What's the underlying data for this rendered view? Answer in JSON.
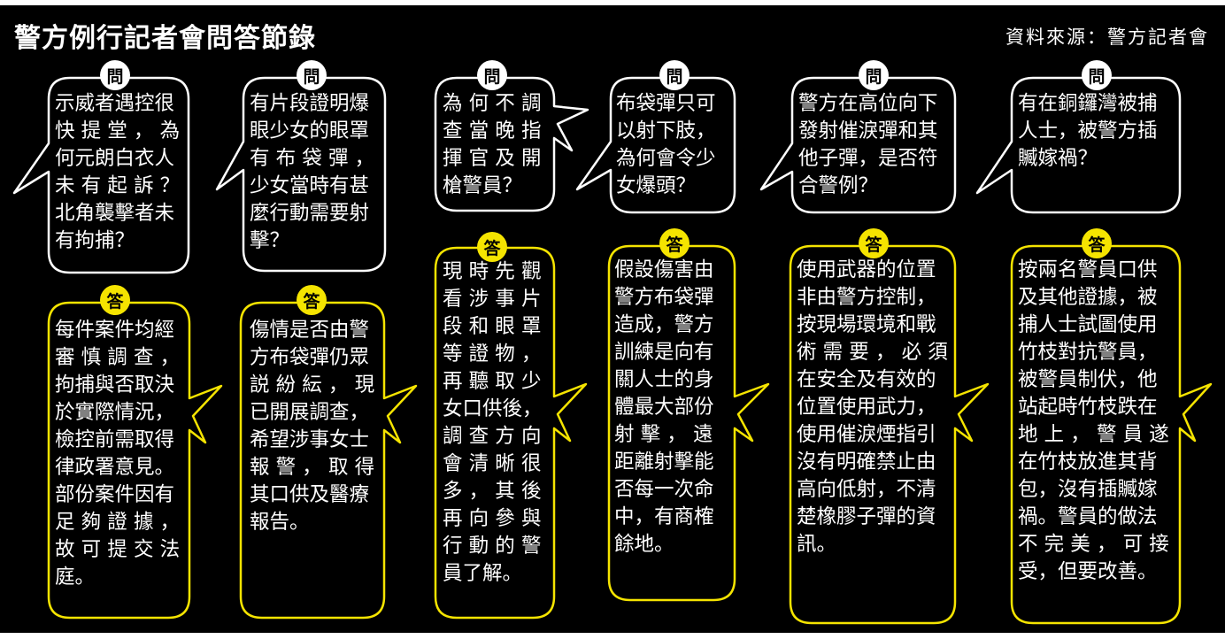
{
  "title": "警方例行記者會問答節錄",
  "source": "資料來源：警方記者會",
  "labels": {
    "question": "問",
    "answer": "答"
  },
  "colors": {
    "background": "#000000",
    "question_outline": "#ffffff",
    "answer_outline": "#f5e400",
    "text": "#ffffff"
  },
  "items": [
    {
      "question": "示威者遇控很\n快 提 堂 ， 為\n何元朗白衣人\n未 有 起 訴 ？\n北角襲擊者未\n有拘捕？",
      "answer": "每件案件均經\n審 慎 調 查 ，\n拘捕與否取決\n於實際情況，\n檢控前需取得\n律政署意見。\n部份案件因有\n足 夠 證 據 ，\n故 可 提 交 法\n庭。"
    },
    {
      "question": "有片段證明爆\n眼少女的眼罩\n有 布 袋 彈 ，\n少女當時有甚\n麼行動需要射\n擊？",
      "answer": "傷情是否由警\n方布袋彈仍眾\n説 紛 紜 ， 現\n已開展調查，\n希望涉事女士\n報 警 ， 取 得\n其口供及醫療\n報告。"
    },
    {
      "question": "為 何 不 調\n查 當 晚 指\n揮 官 及 開\n槍警員？",
      "answer": "現 時 先 觀\n看 涉 事 片\n段 和 眼 罩\n等 證 物 ，\n再 聽 取 少\n女口供後，\n調 查 方 向\n會 清 晰 很\n多 ， 其 後\n再 向 參 與\n行 動 的 警\n員了解。"
    },
    {
      "question": "布袋彈只可\n以射下肢，\n為何會令少\n女爆頭？",
      "answer": "假設傷害由\n警方布袋彈\n造成，警方\n訓練是向有\n關人士的身\n體最大部份\n射 擊 ， 遠\n距離射擊能\n否每一次命\n中，有商榷\n餘地。"
    },
    {
      "question": "警方在高位向下\n發射催淚彈和其\n他子彈，是否符\n合警例？",
      "answer": "使用武器的位置\n非由警方控制，\n按現場環境和戰\n術 需 要 ， 必 須\n在安全及有效的\n位置使用武力，\n使用催淚煙指引\n沒有明確禁止由\n高向低射，不清\n楚橡膠子彈的資\n訊。"
    },
    {
      "question": "有在銅鑼灣被捕\n人士，被警方插\n贓嫁禍？",
      "answer": "按兩名警員口供\n及其他證據，被\n捕人士試圖使用\n竹枝對抗警員，\n被警員制伏，他\n站起時竹枝跌在\n地 上 ， 警 員 遂\n在竹枝放進其背\n包，沒有插贓嫁\n禍。警員的做法\n不 完 美 ， 可 接\n受，但要改善。"
    }
  ]
}
